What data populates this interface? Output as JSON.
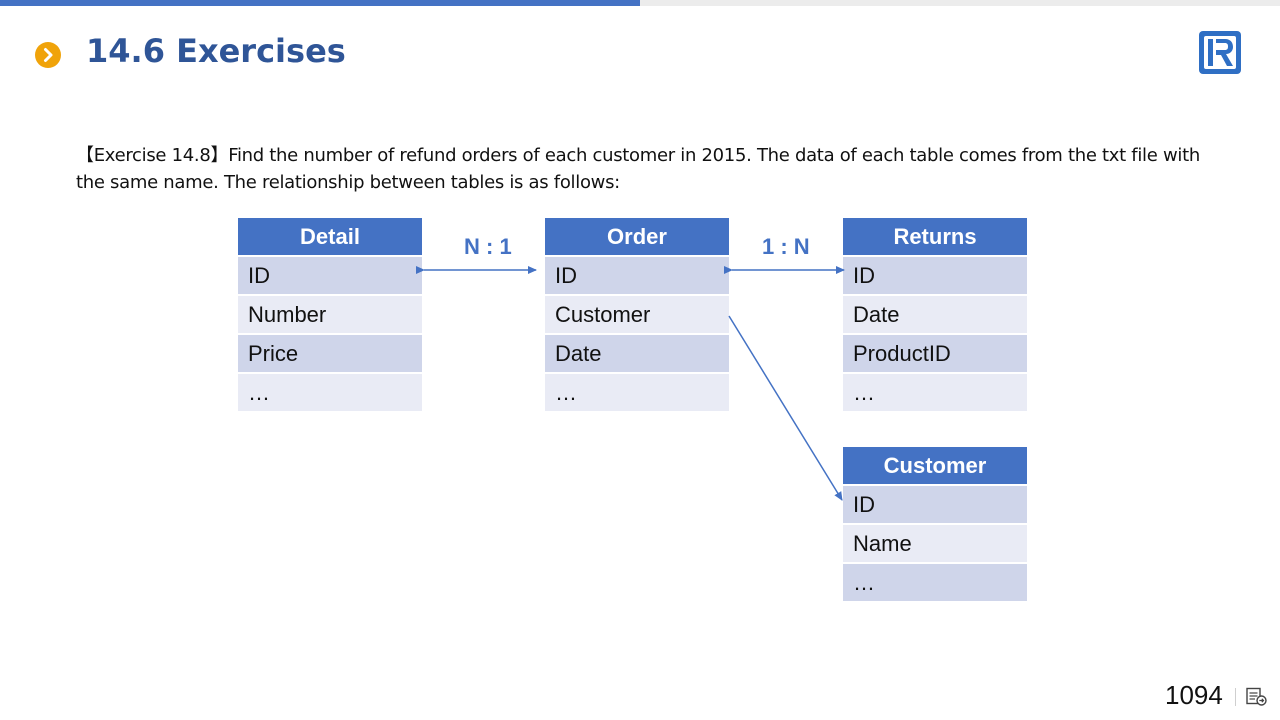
{
  "header": {
    "title": "14.6 Exercises",
    "progress": 0.5,
    "colors": {
      "accent": "#4472c4",
      "title": "#2f5597",
      "bullet": "#f0a30a"
    },
    "icons": {
      "bullet": "chevron-right-icon",
      "logo": "raqsoft-logo-icon"
    }
  },
  "exercise": {
    "text": "【Exercise 14.8】Find the number of refund orders of each customer in 2015. The data of each table comes from the txt file with the same name. The relationship between tables is as follows:"
  },
  "tables": {
    "detail": {
      "name": "Detail",
      "fields": [
        "ID",
        "Number",
        "Price",
        "…"
      ]
    },
    "order": {
      "name": "Order",
      "fields": [
        "ID",
        "Customer",
        "Date",
        "…"
      ]
    },
    "returns": {
      "name": "Returns",
      "fields": [
        "ID",
        "Date",
        "ProductID",
        "…"
      ]
    },
    "customer": {
      "name": "Customer",
      "fields": [
        "ID",
        "Name",
        "…"
      ]
    }
  },
  "relations": {
    "detail_order": "N : 1",
    "order_returns": "1 : N"
  },
  "footer": {
    "page_number": "1094",
    "icons": {
      "notes": "notes-icon"
    }
  }
}
